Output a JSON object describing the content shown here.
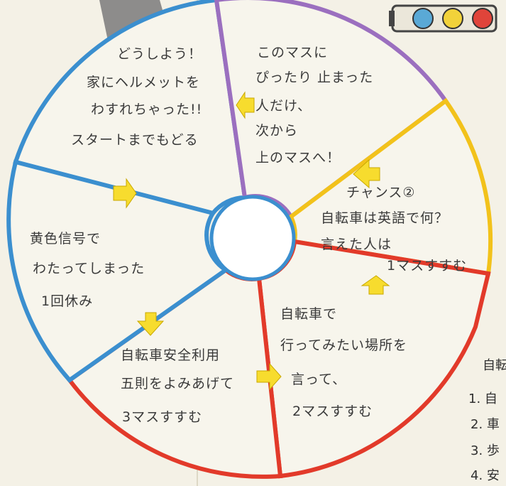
{
  "board": {
    "spaces": [
      {
        "id": "forgot-helmet",
        "lines": [
          "どうしよう！",
          "家にヘルメットを",
          "わすれちゃった!!",
          "スタートまでもどる"
        ],
        "border_color": "#3b8fcf"
      },
      {
        "id": "stop-exactly",
        "lines": [
          "このマスに",
          "ぴったり 止まった",
          "人だけ、",
          "次から",
          "上のマスへ！"
        ],
        "border_color": "#9b6fbf"
      },
      {
        "id": "chance-2",
        "lines": [
          "チャンス②",
          "自転車は英語で何？",
          "言えた人は",
          "1マスすすむ"
        ],
        "border_color": "#f2c21b"
      },
      {
        "id": "where-to-go",
        "lines": [
          "自転車で",
          "行ってみたい場所を",
          "言って、",
          "2マスすすむ"
        ],
        "border_color": "#e23a2a"
      },
      {
        "id": "five-rules",
        "lines": [
          "自転車安全利用",
          "五則をよみあげて",
          "3マスすすむ"
        ],
        "border_color": "#e23a2a"
      },
      {
        "id": "yellow-light",
        "lines": [
          "黄色信号で",
          "わたってしまった",
          "1回休み"
        ],
        "border_color": "#3b8fcf"
      }
    ]
  },
  "side_list": {
    "heading": "自転",
    "items": [
      "1. 自",
      "2. 車",
      "3. 歩",
      "4. 安"
    ]
  },
  "traffic_light": {
    "colors": [
      "#5aa9d6",
      "#f2d23a",
      "#e0443a"
    ]
  },
  "colors": {
    "arrow": "#f7dc2e",
    "paper": "#f4f1e6",
    "road": "#7a7a7a"
  }
}
